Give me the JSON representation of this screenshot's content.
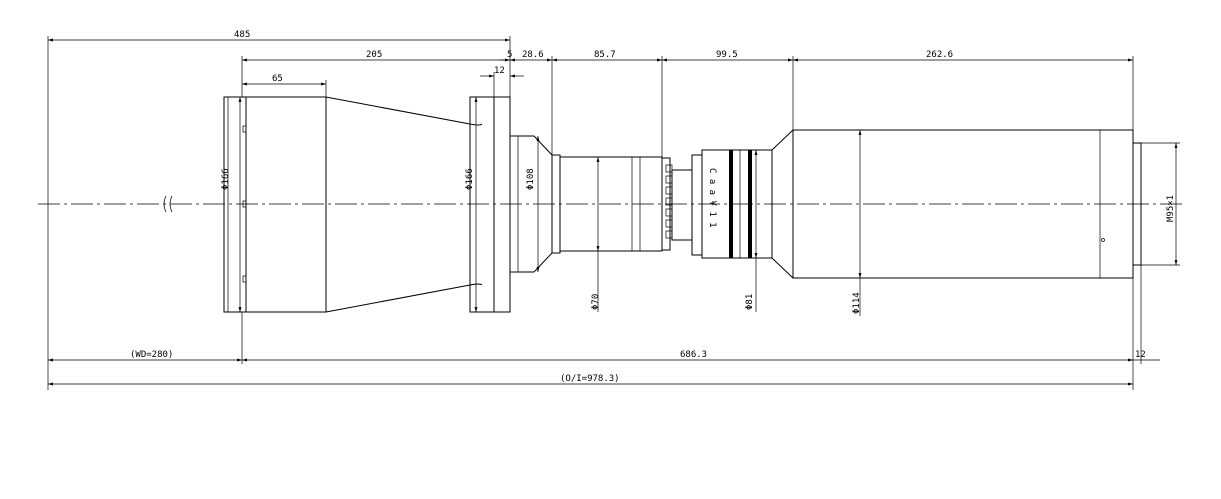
{
  "dimensions": {
    "total_485": "485",
    "d205": "205",
    "d65": "65",
    "d5": "5",
    "d12_top": "12",
    "d28_6": "28.6",
    "d85_7": "85.7",
    "d99_5": "99.5",
    "d262_6": "262.6",
    "wd": "(WD=280)",
    "d686_3": "686.3",
    "d12_bottom": "12",
    "oi": "(O/I=978.3)"
  },
  "diameters": {
    "front": "Φ166",
    "flange": "Φ166",
    "neck": "Φ108",
    "barrel": "Φ70",
    "ring": "Φ81",
    "rear": "Φ114",
    "thread": "M95×1"
  },
  "marking": "C a a ¥ 1 1"
}
